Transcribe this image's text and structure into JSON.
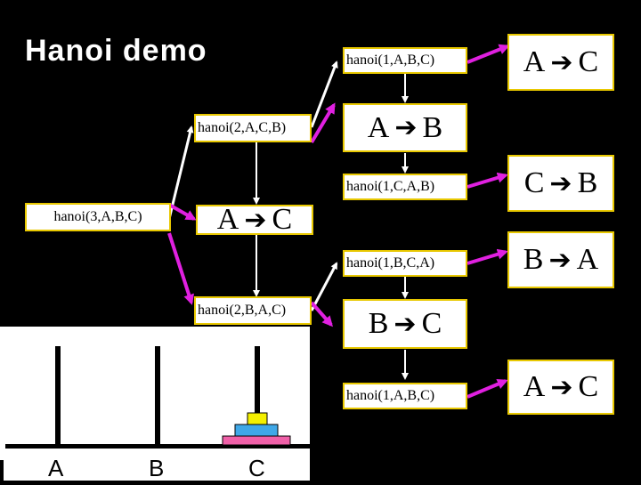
{
  "title": "Hanoi demo",
  "calls": {
    "h3": "hanoi(3,A,B,C)",
    "h2a": "hanoi(2,A,C,B)",
    "h2b": "hanoi(2,B,A,C)",
    "h1_abc_1": "hanoi(1,A,B,C)",
    "h1_cab": "hanoi(1,C,A,B)",
    "h1_bca": "hanoi(1,B,C,A)",
    "h1_abc_2": "hanoi(1,A,B,C)"
  },
  "moves": {
    "m1": {
      "from": "A",
      "to": "C"
    },
    "m2": {
      "from": "A",
      "to": "B"
    },
    "m3": {
      "from": "C",
      "to": "B"
    },
    "m4": {
      "from": "A",
      "to": "C"
    },
    "m5": {
      "from": "B",
      "to": "A"
    },
    "m6": {
      "from": "B",
      "to": "C"
    },
    "m7": {
      "from": "A",
      "to": "C"
    }
  },
  "arrow_glyph": "➔",
  "pegs": {
    "a": "A",
    "b": "B",
    "c": "C"
  },
  "disks": [
    {
      "peg": "C",
      "size": 3,
      "color": "#f060a8"
    },
    {
      "peg": "C",
      "size": 2,
      "color": "#3fa8e8"
    },
    {
      "peg": "C",
      "size": 1,
      "color": "#f4f000"
    }
  ],
  "colors": {
    "box_border": "#e8c800",
    "call_arrow": "#ffffff",
    "return_arrow": "#e020e0",
    "down_arrow": "#ffffff"
  }
}
